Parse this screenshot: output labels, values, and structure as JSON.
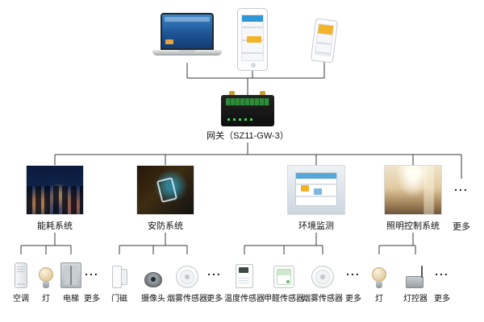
{
  "ellipsis": "...",
  "gateway": {
    "label": "网关（SZ11-GW-3）"
  },
  "more_branch": {
    "label": "更多"
  },
  "icons": {
    "clients": [
      "laptop-icon",
      "tablet-icon",
      "smartphone-icon"
    ],
    "devices": [
      "ac-icon",
      "bulb-icon",
      "elevator-icon",
      "door-sensor-icon",
      "camera-icon",
      "smoke-sensor-icon",
      "temperature-sensor-icon",
      "formaldehyde-sensor-icon",
      "light-controller-icon"
    ]
  },
  "systems": [
    {
      "label": "能耗系统",
      "devices": [
        {
          "label": "空调"
        },
        {
          "label": "灯"
        },
        {
          "label": "电梯"
        },
        {
          "label": "更多"
        }
      ]
    },
    {
      "label": "安防系统",
      "devices": [
        {
          "label": "门磁"
        },
        {
          "label": "摄像头"
        },
        {
          "label": "烟雾传感器"
        },
        {
          "label": "更多"
        }
      ]
    },
    {
      "label": "环境监测",
      "devices": [
        {
          "label": "温度传感器"
        },
        {
          "label": "甲醛传感器"
        },
        {
          "label": "烟雾传感器"
        },
        {
          "label": "更多"
        }
      ]
    },
    {
      "label": "照明控制系统",
      "devices": [
        {
          "label": "灯"
        },
        {
          "label": "灯控器"
        },
        {
          "label": "更多"
        }
      ]
    }
  ]
}
